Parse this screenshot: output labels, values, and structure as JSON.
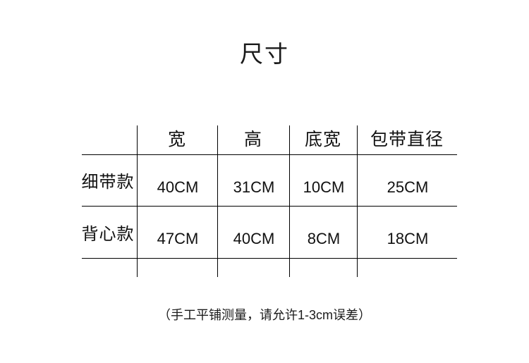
{
  "page": {
    "title": "尺寸",
    "footnote": "（手工平铺测量，请允许1-3cm误差）",
    "background_color": "#ffffff",
    "text_color": "#111111",
    "line_color": "#000000"
  },
  "table": {
    "corner_label": "",
    "headers": [
      {
        "label": "宽"
      },
      {
        "label": "高"
      },
      {
        "label": "底宽"
      },
      {
        "label": "包带直径"
      }
    ],
    "rows": [
      {
        "label": "细带款",
        "values": [
          "40CM",
          "31CM",
          "10CM",
          "25CM"
        ]
      },
      {
        "label": "背心款",
        "values": [
          "47CM",
          "40CM",
          "8CM",
          "18CM"
        ]
      }
    ]
  },
  "chart_data": {
    "type": "table",
    "title": "尺寸",
    "columns": [
      "",
      "宽",
      "高",
      "底宽",
      "包带直径"
    ],
    "rows": [
      [
        "细带款",
        "40CM",
        "31CM",
        "10CM",
        "25CM"
      ],
      [
        "背心款",
        "47CM",
        "40CM",
        "8CM",
        "18CM"
      ]
    ],
    "units": "CM",
    "note": "（手工平铺测量，请允许1-3cm误差）",
    "values_numeric": {
      "细带款": {
        "宽": 40,
        "高": 31,
        "底宽": 10,
        "包带直径": 25
      },
      "背心款": {
        "宽": 47,
        "高": 40,
        "底宽": 8,
        "包带直径": 18
      }
    }
  }
}
